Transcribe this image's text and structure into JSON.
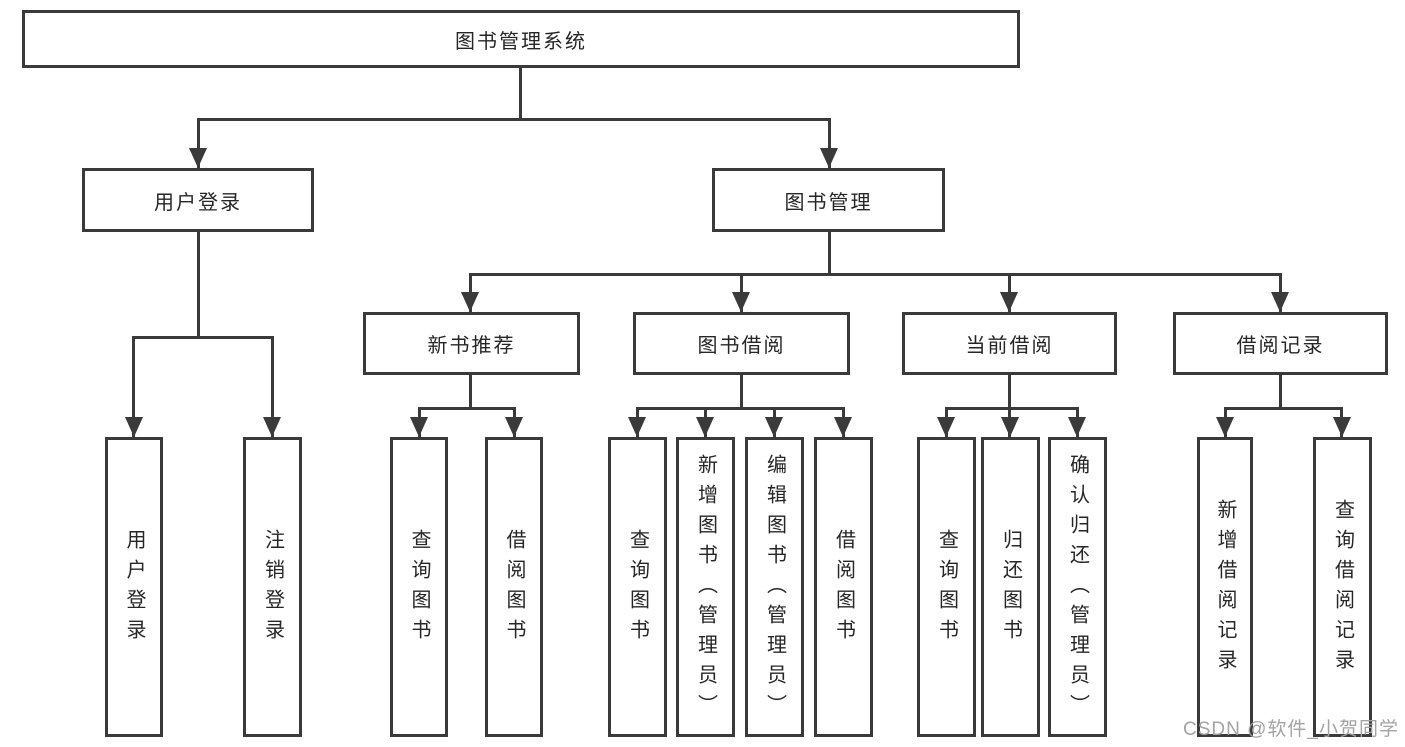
{
  "diagram": {
    "title_node": "图书管理系统",
    "root": {
      "label": "图书管理系统"
    },
    "branches": [
      {
        "label": "用户登录",
        "leaves": [
          "用户登录",
          "注销登录"
        ]
      },
      {
        "label": "图书管理",
        "children": [
          {
            "label": "新书推荐",
            "leaves": [
              "查询图书",
              "借阅图书"
            ]
          },
          {
            "label": "图书借阅",
            "leaves": [
              "查询图书",
              "新增图书（管理员）",
              "编辑图书（管理员）",
              "借阅图书"
            ]
          },
          {
            "label": "当前借阅",
            "leaves": [
              "查询图书",
              "归还图书",
              "确认归还（管理员）"
            ]
          },
          {
            "label": "借阅记录",
            "leaves": [
              "新增借阅记录",
              "查询借阅记录"
            ]
          }
        ]
      }
    ]
  },
  "watermark": {
    "text": "CSDN @软件_小贺同学"
  },
  "colors": {
    "line": "#3a3a3a",
    "box_border": "#3a3a3a",
    "text": "#262626",
    "background": "#ffffff",
    "watermark": "#a3a3a3"
  }
}
